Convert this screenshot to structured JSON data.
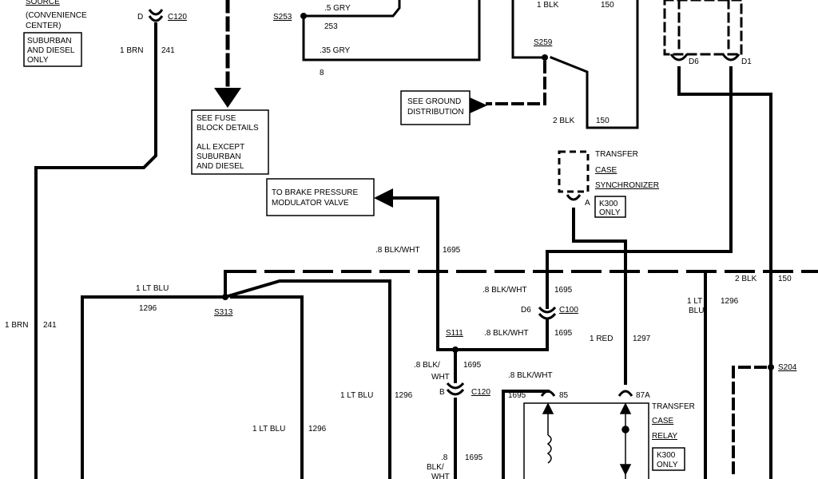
{
  "labels": {
    "source_title": "SOURCE",
    "conv_center_1": "(CONVENIENCE",
    "conv_center_2": "CENTER)",
    "suburban_diesel_1": "SUBURBAN",
    "suburban_diesel_2": "AND DIESEL",
    "suburban_diesel_3": "ONLY",
    "conn_c120_top_pin": "D",
    "conn_c120_top": "C120",
    "wire_brn_top": "1 BRN",
    "wire_241_top": "241",
    "wire_brn_left": "1 BRN",
    "wire_241_left": "241",
    "splice_s253": "S253",
    "wire_5gry": ".5 GRY",
    "wire_253": "253",
    "wire_35gry": ".35 GRY",
    "wire_8": "8",
    "fuse_note_1": "SEE FUSE",
    "fuse_note_2": "BLOCK DETAILS",
    "fuse_note_3": "ALL EXCEPT",
    "fuse_note_4": "SUBURBAN",
    "fuse_note_5": "AND DIESEL",
    "brake_note_1": "TO BRAKE PRESSURE",
    "brake_note_2": "MODULATOR VALVE",
    "wire_1blk": "1 BLK",
    "wire_150_top": "150",
    "splice_s259": "S259",
    "ground_note_1": "SEE GROUND",
    "ground_note_2": "DISTRIBUTION",
    "wire_2blk_mid": "2 BLK",
    "wire_150_mid": "150",
    "conn_d6_top": "D6",
    "conn_d1_top": "D1",
    "sync_1": "TRANSFER",
    "sync_2": "CASE",
    "sync_3": "SYNCHRONIZER",
    "sync_pin": "A",
    "k300_1_a": "K300",
    "k300_1_b": "ONLY",
    "wire_8blkwht_top": ".8 BLK/WHT",
    "wire_1695_top": "1695",
    "wire_1ltblu_a": "1 LT BLU",
    "wire_1296_a": "1296",
    "splice_s313": "S313",
    "wire_8blkwht_c100": ".8 BLK/WHT",
    "wire_1695_c100": "1695",
    "conn_c100_pin": "D6",
    "conn_c100": "C100",
    "splice_s111": "S111",
    "wire_8blkwht_s111": ".8 BLK/WHT",
    "wire_1695_s111": "1695",
    "wire_2blk_right": "2 BLK",
    "wire_150_right": "150",
    "wire_1ltblu_right_1": "1 LT",
    "wire_1ltblu_right_2": "BLU",
    "wire_1296_right": "1296",
    "wire_1red": "1 RED",
    "wire_1297": "1297",
    "splice_s204": "S204",
    "wire_8blk_left_1": ".8 BLK/",
    "wire_8blk_left_2": "WHT",
    "wire_1695_left": "1695",
    "conn_c120_mid_pin": "B",
    "conn_c120_mid": "C120",
    "wire_1ltblu_b": "1 LT BLU",
    "wire_1296_b": "1296",
    "wire_1ltblu_c": "1 LT BLU",
    "wire_1296_c": "1296",
    "wire_8blkwht_relay": ".8 BLK/WHT",
    "wire_1695_relay": "1695",
    "relay_pin_85": "85",
    "relay_pin_87a": "87A",
    "relay_1": "TRANSFER",
    "relay_2": "CASE",
    "relay_3": "RELAY",
    "k300_2_a": "K300",
    "k300_2_b": "ONLY",
    "wire_8_bottom": ".8",
    "wire_blk_bottom_1": "BLK/",
    "wire_blk_bottom_2": "WHT",
    "wire_1695_bottom": "1695"
  }
}
